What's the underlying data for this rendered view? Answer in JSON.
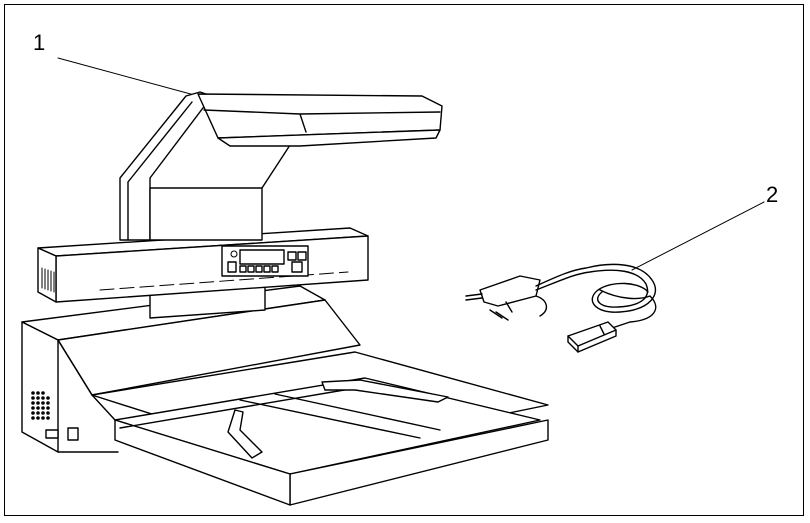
{
  "callouts": {
    "projector": "1",
    "power_cord": "2"
  },
  "icons": {
    "projector": "overhead-projector-illustration",
    "cord": "power-cord-with-plug-illustration"
  },
  "colors": {
    "line": "#000000",
    "background": "#ffffff"
  }
}
